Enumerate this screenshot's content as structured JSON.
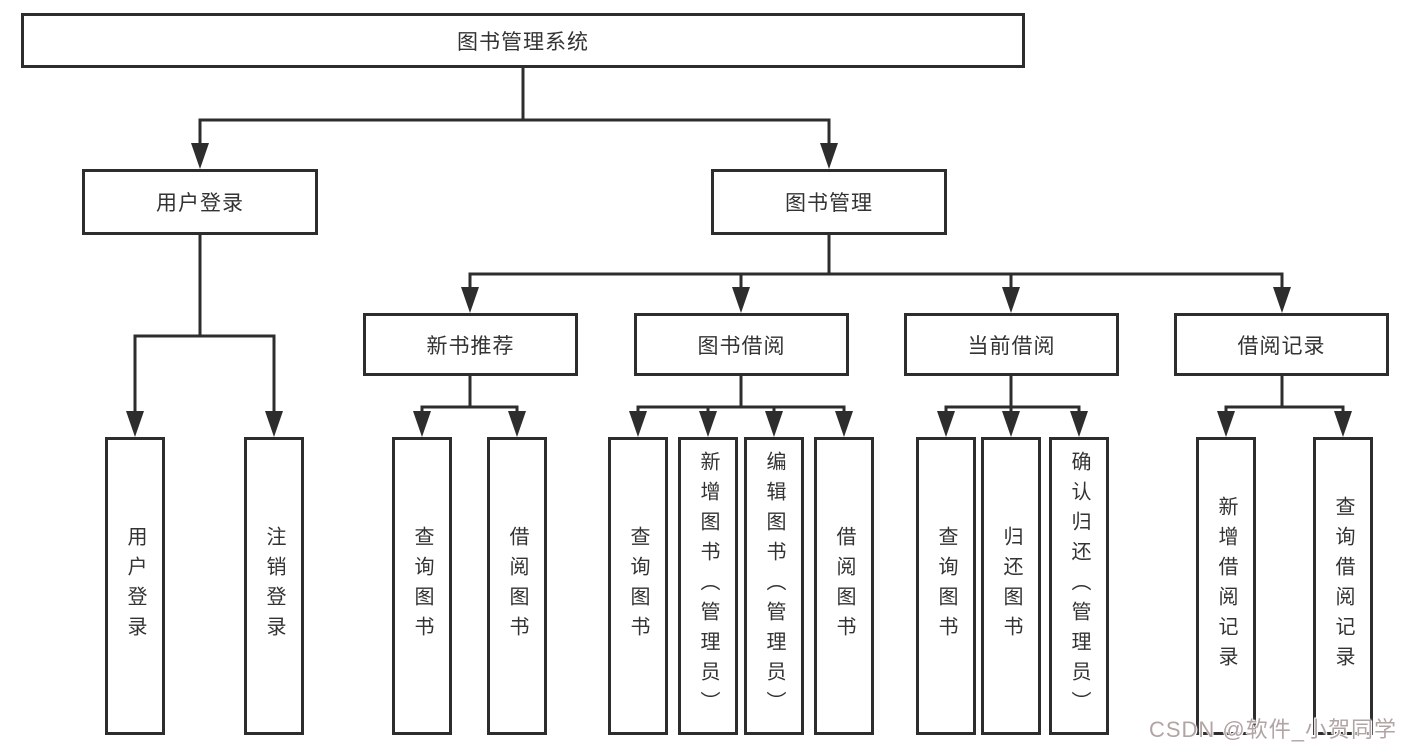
{
  "diagram": {
    "title": "图书管理系统",
    "branches": [
      {
        "label": "用户登录",
        "children": [
          "用户登录",
          "注销登录"
        ]
      },
      {
        "label": "图书管理",
        "groups": [
          {
            "label": "新书推荐",
            "children": [
              "查询图书",
              "借阅图书"
            ]
          },
          {
            "label": "图书借阅",
            "children": [
              "查询图书",
              "新增图书（管理员）",
              "编辑图书（管理员）",
              "借阅图书"
            ]
          },
          {
            "label": "当前借阅",
            "children": [
              "查询图书",
              "归还图书",
              "确认归还（管理员）"
            ]
          },
          {
            "label": "借阅记录",
            "children": [
              "新增借阅记录",
              "查询借阅记录"
            ]
          }
        ]
      }
    ]
  },
  "colors": {
    "line": "#2d2d2d",
    "text": "#333333",
    "watermark": "#b3a4a4",
    "background": "#ffffff"
  },
  "watermark": "CSDN @软件_小贺同学"
}
